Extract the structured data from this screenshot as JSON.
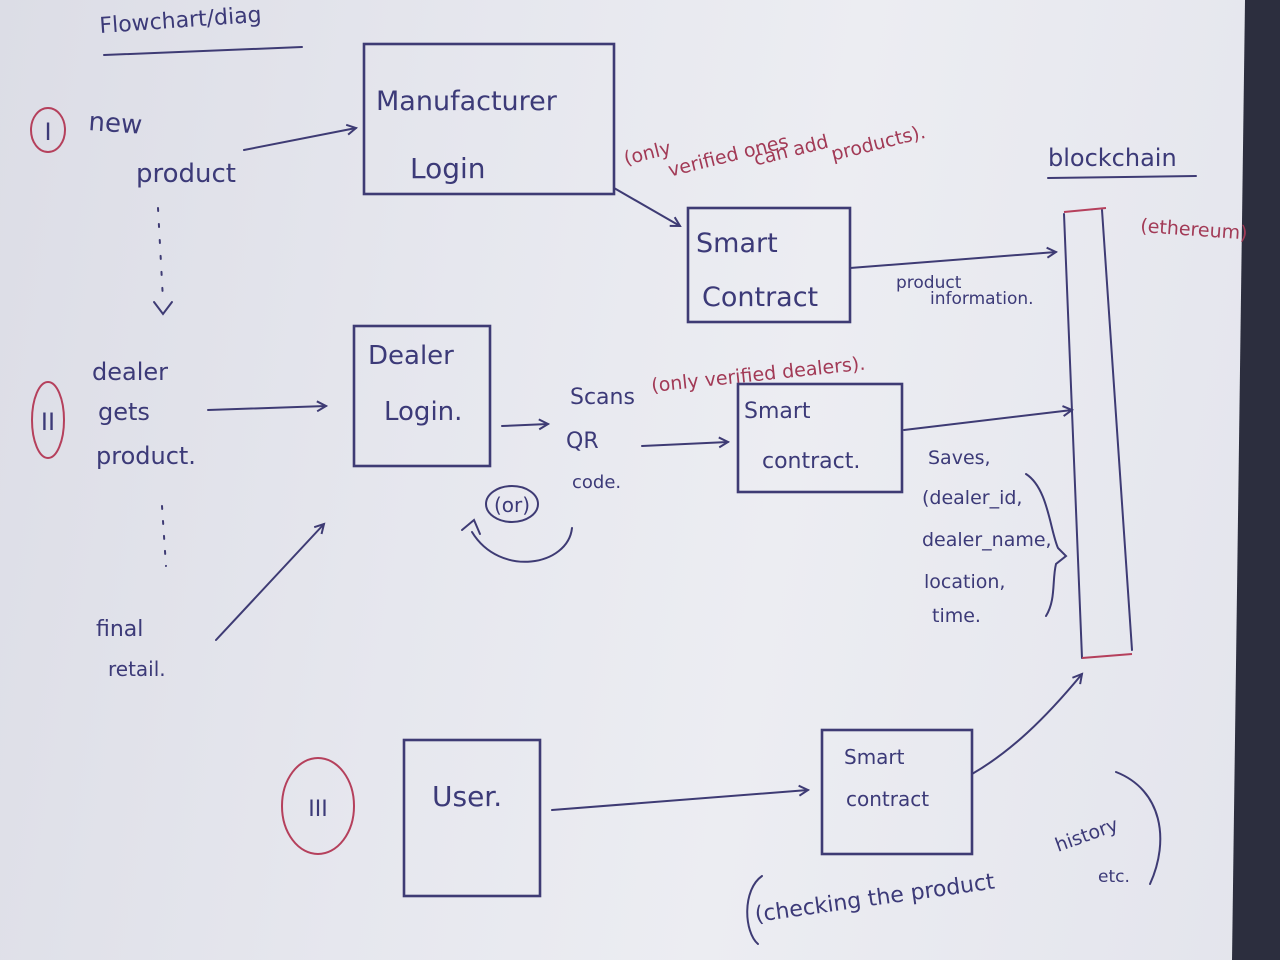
{
  "title": "Flowchart/diag",
  "annotations": {
    "blockchain": "blockchain",
    "ethereum": "(ethereum)"
  },
  "phases": {
    "phase1": {
      "numeral": "I",
      "actor_lines": [
        "new",
        "product"
      ],
      "login_lines": [
        "Manufacturer",
        "Login"
      ],
      "note_lines": [
        "(only",
        "verified ones",
        "can add",
        "products)."
      ],
      "contract_lines": [
        "Smart",
        "Contract"
      ],
      "edge_lines": [
        "product",
        "information."
      ]
    },
    "phase2": {
      "numeral": "II",
      "actor_lines": [
        "dealer",
        "gets",
        "product."
      ],
      "login_lines": [
        "Dealer",
        "Login."
      ],
      "step_lines": [
        "Scans",
        "QR",
        "code."
      ],
      "note": "(only verified dealers).",
      "contract_lines": [
        "Smart",
        "contract."
      ],
      "saves_lines": [
        "Saves,",
        "(dealer_id,",
        "dealer_name,",
        "location,",
        "time."
      ],
      "loop_label": "(or)",
      "final_lines": [
        "final",
        "retail."
      ]
    },
    "phase3": {
      "numeral": "III",
      "actor": "User.",
      "contract_lines": [
        "Smart",
        "contract"
      ],
      "note": "(checking the product",
      "history_lines": [
        "history",
        "etc."
      ]
    }
  },
  "colors": {
    "ink": "#3c3a78",
    "red": "#a23a56",
    "paper": "#e6e7ee"
  }
}
